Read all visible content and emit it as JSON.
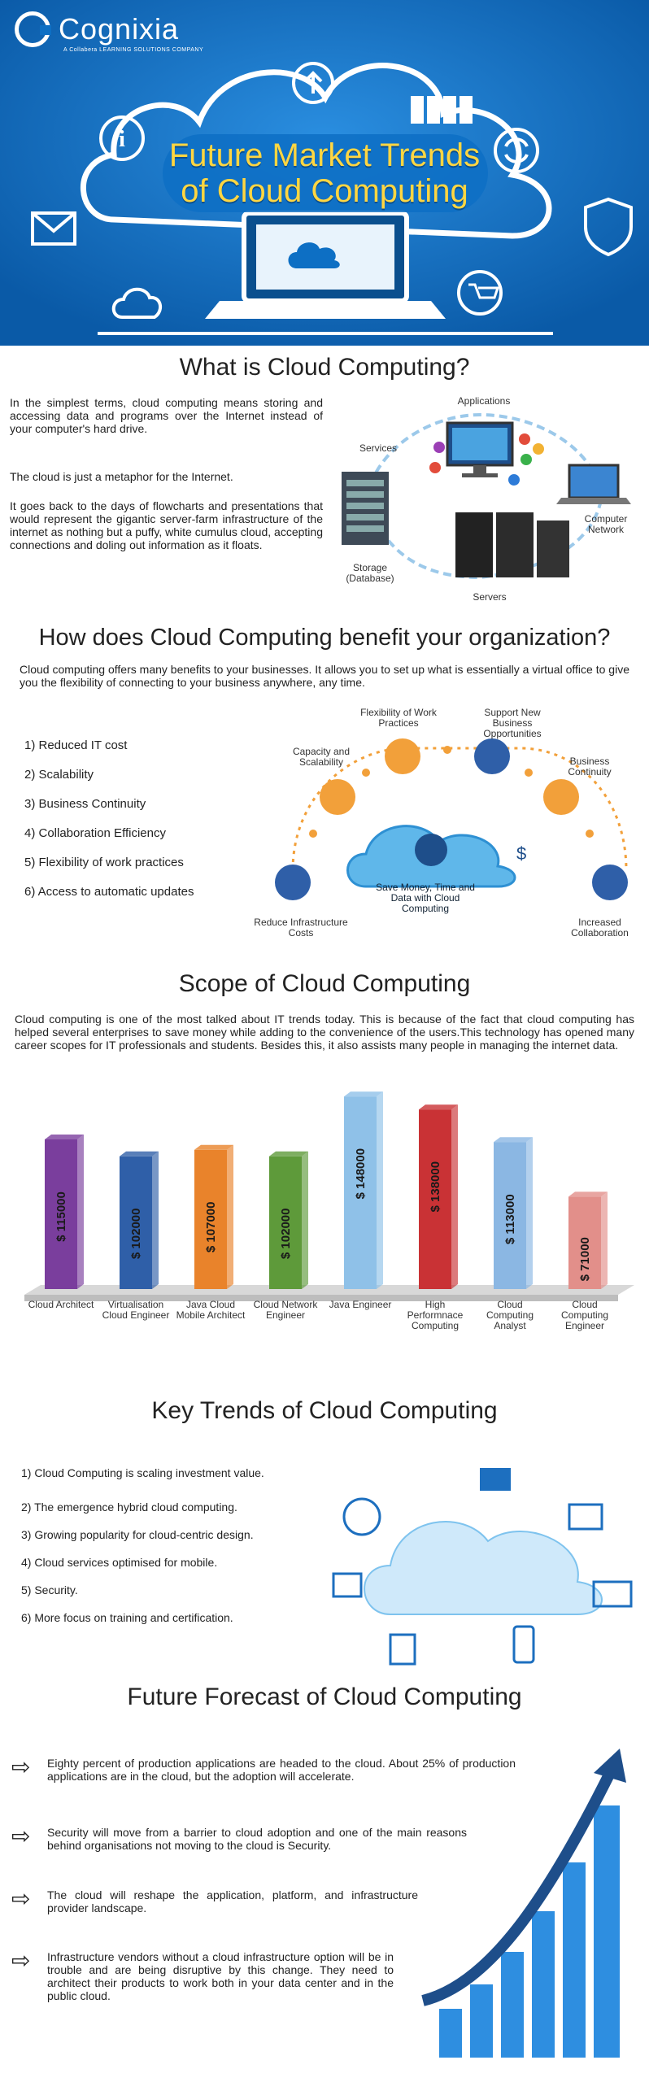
{
  "header": {
    "brand": "Cognixia",
    "tagline": "A Collabera LEARNING SOLUTIONS COMPANY",
    "title_line1": "Future Market Trends",
    "title_line2": "of Cloud Computing"
  },
  "what_is": {
    "title": "What is Cloud Computing?",
    "p1": "In the simplest terms, cloud computing means storing and accessing data and programs over the Internet instead of your computer's hard drive.",
    "p2": "The cloud is just a metaphor for the Internet.",
    "p3": "It goes back to the days of flowcharts and presentations that would represent the gigantic server-farm infrastructure of the internet as nothing but a puffy, white cumulus cloud, accepting connections and doling out information as it floats.",
    "labels": {
      "applications": "Applications",
      "services": "Services",
      "computer_network": "Computer Network",
      "storage": "Storage (Database)",
      "servers": "Servers"
    }
  },
  "benefits": {
    "title": "How does Cloud Computing benefit your organization?",
    "intro": "Cloud computing offers many benefits to your businesses. It allows you to set up what is essentially a virtual office to give you the flexibility of connecting to your business anywhere, any time.",
    "items": [
      "1) Reduced IT cost",
      "2) Scalability",
      "3) Business Continuity",
      "4) Collaboration Efficiency",
      "5) Flexibility of work practices",
      "6) Access to automatic updates"
    ],
    "diagram": {
      "flexibility": "Flexibility of Work Practices",
      "support": "Support New Business Opportunities",
      "capacity": "Capacity and Scalability",
      "continuity": "Business Continuity",
      "center": "Save Money, Time and Data with Cloud Computing",
      "reduce": "Reduce Infrastructure Costs",
      "collab": "Increased Collaboration"
    }
  },
  "scope": {
    "title": "Scope of Cloud Computing",
    "intro": "Cloud computing is one of the most talked about IT trends today. This is because of the fact that cloud computing has helped several enterprises to save money while adding to the convenience of the users.This technology has opened many career scopes for IT professionals and students. Besides this, it also assists many people in managing the internet data."
  },
  "chart_data": {
    "type": "bar",
    "categories": [
      "Cloud Architect",
      "Virtualisation Cloud Engineer",
      "Java Cloud Mobile Architect",
      "Cloud Network Engineer",
      "Java Engineer",
      "High Performnace Computing",
      "Cloud Computing Analyst",
      "Cloud Computing Engineer"
    ],
    "values": [
      115000,
      102000,
      107000,
      102000,
      148000,
      138000,
      113000,
      71000
    ],
    "value_labels": [
      "$ 115000",
      "$ 102000",
      "$ 107000",
      "$ 102000",
      "$ 148000",
      "$ 138000",
      "$ 113000",
      "$ 71000"
    ],
    "colors": [
      "#7a3e9d",
      "#2f5fa8",
      "#e9832b",
      "#5e9a3a",
      "#8fc1e8",
      "#c93235",
      "#8bb7e3",
      "#e28f8a"
    ],
    "ylim": [
      0,
      150000
    ]
  },
  "key_trends": {
    "title": "Key Trends of Cloud Computing",
    "items": [
      "1) Cloud Computing is scaling investment value.",
      "2) The emergence hybrid cloud computing.",
      "3) Growing popularity for cloud-centric design.",
      "4) Cloud services optimised for mobile.",
      "5) Security.",
      "6) More focus on training and certification."
    ]
  },
  "forecast": {
    "title": "Future Forecast of Cloud Computing",
    "items": [
      "Eighty percent of production applications are headed to the cloud. About 25% of production applications are in the cloud, but the adoption will accelerate.",
      "Security will move from a barrier to cloud adoption and one of the main reasons behind organisations not moving to the cloud is Security.",
      "The cloud will reshape the application, platform, and infrastructure provider landscape.",
      "Infrastructure vendors without a cloud infrastructure option will be in trouble and are being disruptive by this change. They need to architect their products to work both in your data center and in the public cloud."
    ]
  }
}
